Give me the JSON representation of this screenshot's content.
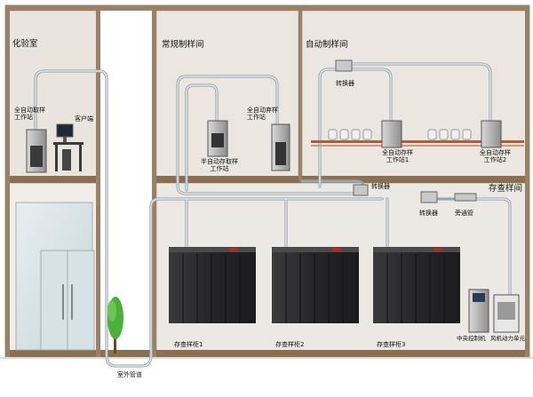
{
  "rooms": {
    "lab": "化验室",
    "conventional": "常规制样间",
    "auto": "自动制样间",
    "storage": "存查样间"
  },
  "labels": {
    "lab_auto_sampler": "全自动取样\n工作站",
    "client": "客户端",
    "semi_auto_station": "半自动存取样\n工作站",
    "full_auto_discard": "全自动弃样\n工作站",
    "converter_top": "转换器",
    "auto_station_1": "全自动存样\n工作站1",
    "auto_station_2": "全自动存样\n工作站2",
    "converter_mid": "转换器",
    "converter_right": "转换器",
    "bypass_pipe": "旁通管",
    "cabinet_1": "存查样柜1",
    "cabinet_2": "存查样柜2",
    "cabinet_3": "存查样柜3",
    "central_control": "中央控制机",
    "blower_unit": "风机动力单元",
    "outdoor_pipe": "室外管道"
  },
  "colors": {
    "wall": "#cfc8bf",
    "floor_brown": "#8a6f52",
    "pipe": "#b8c3cc",
    "cabinet": "#2c2c2e",
    "tree": "#4caf3a"
  }
}
